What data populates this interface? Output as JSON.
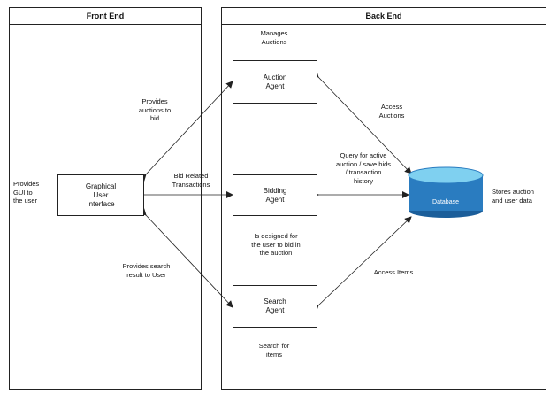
{
  "panes": {
    "front_end": "Front End",
    "back_end": "Back End"
  },
  "nodes": {
    "gui": "Graphical\nUser\nInterface",
    "auction_agent": "Auction\nAgent",
    "bidding_agent": "Bidding\nAgent",
    "search_agent": "Search\nAgent",
    "database": "Database"
  },
  "labels": {
    "manages_auctions": "Manages\nAuctions",
    "provides_auctions": "Provides\nauctions to\nbid",
    "bid_related": "Bid Related\nTransactions",
    "provides_search": "Provides search\nresult to User",
    "provides_gui": "Provides\nGUI to\nthe user",
    "access_auctions": "Access\nAuctions",
    "query_active": "Query for active\nauction / save bids\n/ transaction\nhistory",
    "stores_data": "Stores auction\nand user data",
    "designed_for": "Is designed for\nthe user to bid in\nthe auction",
    "access_items": "Access Items",
    "search_items": "Search for\nitems"
  },
  "colors": {
    "db_top": "#7fd0f0",
    "db_body": "#2a7cc0",
    "db_dark": "#1b5e9a",
    "stroke": "#222222"
  }
}
